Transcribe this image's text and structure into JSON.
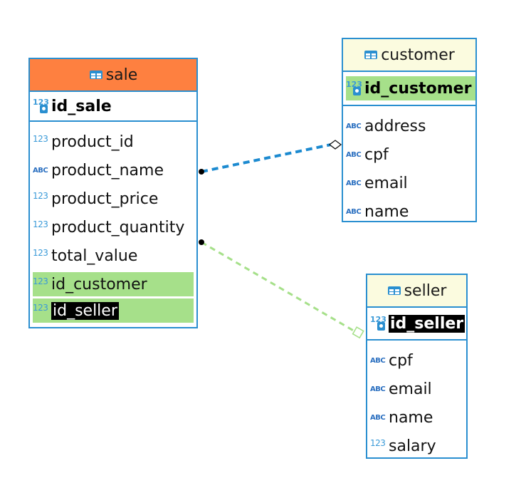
{
  "colors": {
    "border": "#2a8fd0",
    "sale_header": "#fe8040",
    "ref_header": "#fbfbdf",
    "highlight": "#a6e08a",
    "link_customer": "#1c8ad0",
    "link_seller": "#a6e08a"
  },
  "sale": {
    "title": "sale",
    "pk": {
      "type": "123",
      "name": "id_sale"
    },
    "columns": [
      {
        "type": "123",
        "name": "product_id"
      },
      {
        "type": "ABC",
        "name": "product_name"
      },
      {
        "type": "123",
        "name": "product_price"
      },
      {
        "type": "123",
        "name": "product_quantity"
      },
      {
        "type": "123",
        "name": "total_value"
      },
      {
        "type": "123",
        "name": "id_customer"
      },
      {
        "type": "123",
        "name": "id_seller"
      }
    ]
  },
  "customer": {
    "title": "customer",
    "pk": {
      "type": "123",
      "name": "id_customer"
    },
    "columns": [
      {
        "type": "ABC",
        "name": "address"
      },
      {
        "type": "ABC",
        "name": "cpf"
      },
      {
        "type": "ABC",
        "name": "email"
      },
      {
        "type": "ABC",
        "name": "name"
      }
    ]
  },
  "seller": {
    "title": "seller",
    "pk": {
      "type": "123",
      "name": "id_seller"
    },
    "columns": [
      {
        "type": "ABC",
        "name": "cpf"
      },
      {
        "type": "ABC",
        "name": "email"
      },
      {
        "type": "ABC",
        "name": "name"
      },
      {
        "type": "123",
        "name": "salary"
      }
    ]
  }
}
